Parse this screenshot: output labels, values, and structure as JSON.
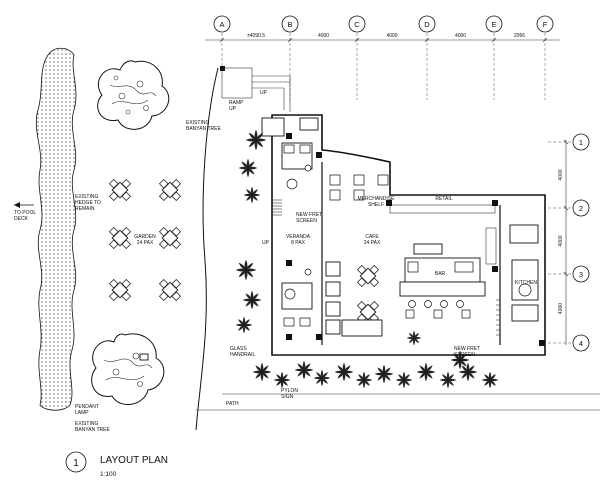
{
  "grid": {
    "columns": [
      "A",
      "B",
      "C",
      "D",
      "E",
      "F"
    ],
    "rows": [
      "1",
      "2",
      "3",
      "4"
    ],
    "column_dims": [
      "±4090.5",
      "4000",
      "4000",
      "4000",
      "2956"
    ],
    "row_dims": [
      "4000",
      "4000",
      "4000"
    ]
  },
  "labels": {
    "ramp_up": "RAMP\nUP",
    "up_top": "UP",
    "up_side": "UP",
    "existing_banyan_tree_top": "EXISTING\nBANYAN TREE",
    "to_pool_deck": "TO POOL\nDECK",
    "existing_hedge_to_remain": "EXISTING\nHEDGE TO\nREMAIN",
    "garden": "GARDEN\n24 PAX",
    "new_fret_screen_1": "NEW FRET\nSCREEN",
    "veranda": "VERANDA\n8 PAX",
    "cafe": "CAFE\n24 PAX",
    "merchandise_shelf": "MERCHANDISE\nSHELF",
    "retail": "RETAIL",
    "bar": "BAR",
    "kitchen": "KITCHEN",
    "new_fret_screen_2": "NEW FRET\nSCREEN",
    "glass_handrail": "GLASS\nHANDRAIL",
    "pylon_sign": "PYLON\nSIGN",
    "path": "PATH",
    "pendant_lamp": "PENDANT\nLAMP",
    "existing_banyan_tree_bottom": "EXISTING\nBANYAN TREE"
  },
  "title_block": {
    "number": "1",
    "title": "LAYOUT PLAN",
    "scale": "1:100"
  },
  "icons": {
    "tree": "banyan-tree-icon",
    "palm": "palm-plant-icon",
    "dining_set": "table-with-four-chairs-icon",
    "arrow": "left-arrow-icon"
  }
}
